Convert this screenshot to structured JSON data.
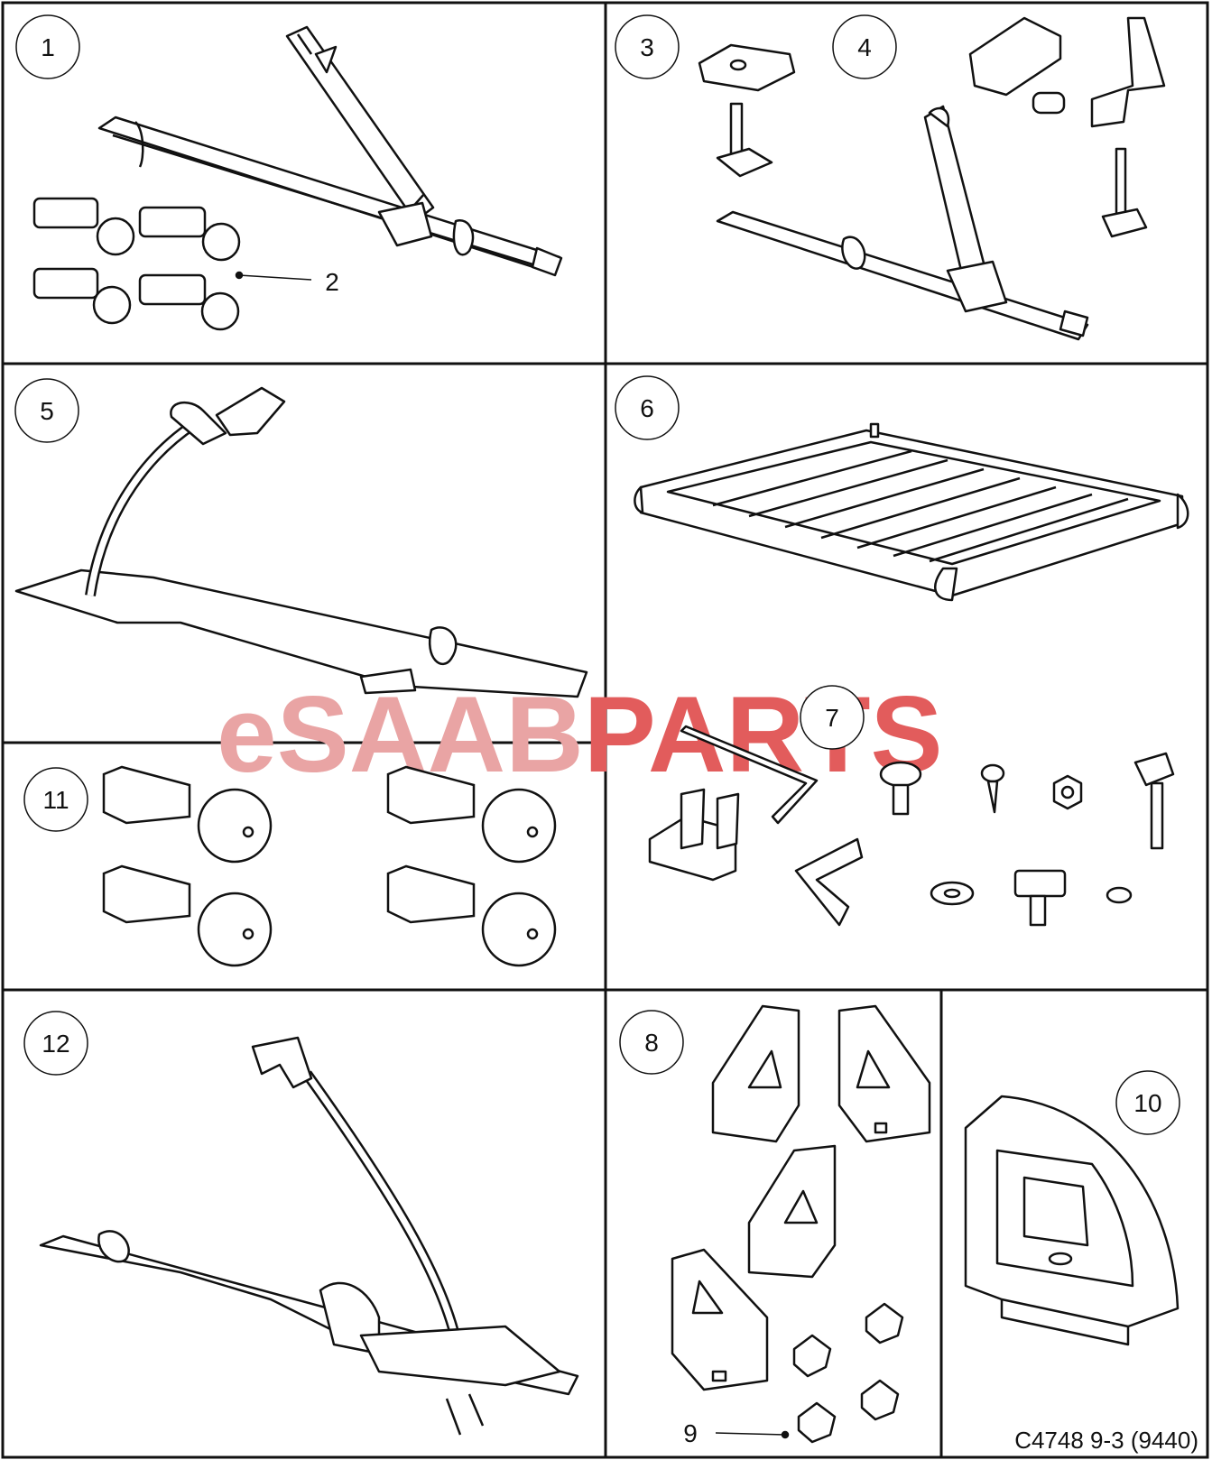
{
  "diagram": {
    "callouts": [
      "1",
      "2",
      "3",
      "4",
      "5",
      "6",
      "7",
      "8",
      "9",
      "10",
      "11",
      "12"
    ],
    "reference_code": "C4748 9-3 (9440)"
  },
  "watermark": {
    "prefix": "eSAAB",
    "suffix": "PARTS",
    "prefix_color": "#e9a4a4",
    "suffix_color": "#e25c5c"
  },
  "colors": {
    "line": "#111111",
    "part_fill": "#ffffff",
    "shade": "#bbbbbb"
  }
}
